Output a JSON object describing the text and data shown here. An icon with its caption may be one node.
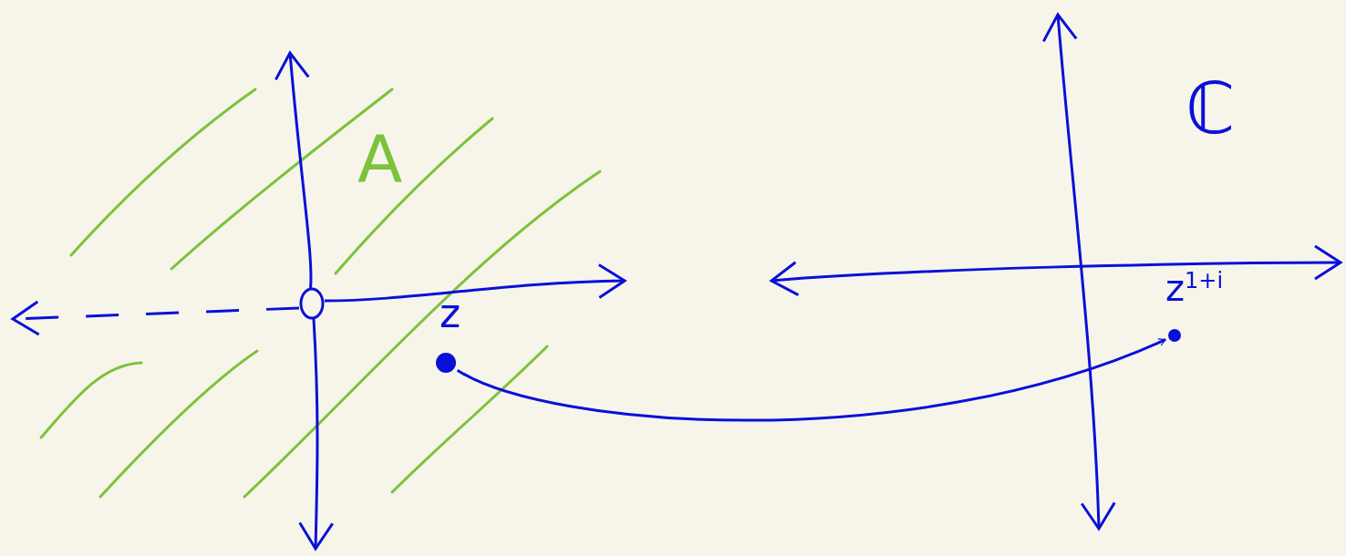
{
  "diagram": {
    "nodes": [
      {
        "text": [],
        "shape": "circle",
        "beside": [
          "z"
        ]
      },
      {
        "text": [],
        "shape": "circle",
        "beside": [
          "z$^{1+i}$"
        ]
      }
    ],
    "edges": [
      {
        "from": 0,
        "to": 1,
        "arrow": "to"
      }
    ],
    "labels": [
      "A",
      "ℂ"
    ]
  }
}
